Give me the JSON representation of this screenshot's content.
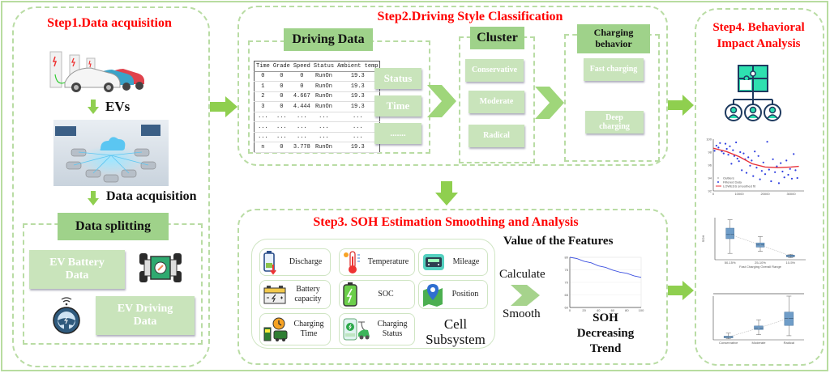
{
  "step1": {
    "title": "Step1.Data acquisition",
    "evs_label": "EVs",
    "data_acquisition_label": "Data acquisition",
    "data_splitting_label": "Data splitting",
    "ev_battery_data": "EV Battery Data",
    "ev_driving_data": "EV Driving Data"
  },
  "step2": {
    "title": "Step2.Driving Style Classification",
    "driving_data_label": "Driving Data",
    "table": {
      "headers": [
        "Time",
        "Grade",
        "Speed",
        "Status",
        "Ambient temp"
      ],
      "rows": [
        [
          "0",
          "0",
          "0",
          "RunOn",
          "19.3"
        ],
        [
          "1",
          "0",
          "0",
          "RunOn",
          "19.3"
        ],
        [
          "2",
          "0",
          "4.667",
          "RunOn",
          "19.3"
        ],
        [
          "3",
          "0",
          "4.444",
          "RunOn",
          "19.3"
        ],
        [
          "...",
          "...",
          "...",
          "...",
          "..."
        ],
        [
          "...",
          "...",
          "...",
          "...",
          "..."
        ],
        [
          "...",
          "...",
          "...",
          "...",
          "..."
        ],
        [
          "n",
          "0",
          "3.778",
          "RunOn",
          "19.3"
        ]
      ]
    },
    "features": [
      "Status",
      "Time",
      "......."
    ],
    "cluster_label": "Cluster",
    "clusters": [
      "Conservative",
      "Moderate",
      "Radical"
    ],
    "charging_behavior_label": "Charging behavior",
    "charging_types": [
      "Fast charging",
      "Deep charging"
    ]
  },
  "step3": {
    "title": "Step3. SOH Estimation Smoothing and Analysis",
    "features": [
      {
        "label": "Discharge",
        "icon": "battery-discharge-icon"
      },
      {
        "label": "Temperature",
        "icon": "thermometer-icon"
      },
      {
        "label": "Mileage",
        "icon": "odometer-icon"
      },
      {
        "label": "Battery capacity",
        "icon": "car-battery-icon"
      },
      {
        "label": "SOC",
        "icon": "battery-charge-icon"
      },
      {
        "label": "Position",
        "icon": "map-pin-icon"
      },
      {
        "label": "Charging Time",
        "icon": "charging-time-icon"
      },
      {
        "label": "Charging Status",
        "icon": "charging-status-icon"
      }
    ],
    "cell_subsystem_label": "Cell Subsystem",
    "calculate_label": "Calculate",
    "smooth_label": "Smooth",
    "value_of_features_label": "Value of the Features",
    "soh_trend_label": "SOH Decreasing Trend"
  },
  "step4": {
    "title": "Step4. Behavioral Impact Analysis"
  },
  "colors": {
    "accent_green": "#8fcf4f",
    "title_red": "#ff0000",
    "header_green": "#9fd28a",
    "soft_green": "#c9e4bb",
    "dash_green": "#b9dca4",
    "teal_icon": "#2ee0b0",
    "navy_icon": "#1e3a5f"
  },
  "chart_data": [
    {
      "type": "line",
      "title": "",
      "series": [
        {
          "name": "SOH",
          "x": [
            0,
            10,
            20,
            30,
            40,
            50,
            60,
            70,
            80,
            90,
            100
          ],
          "values": [
            80,
            79.5,
            78.4,
            77.8,
            76.6,
            76.0,
            74.9,
            74.1,
            73.6,
            72.6,
            72.0
          ]
        }
      ],
      "xlim": [
        0,
        100
      ],
      "ylim": [
        60,
        80
      ],
      "grid": true
    },
    {
      "type": "scatter",
      "title": "",
      "legend": [
        "Outliers",
        "Filtered Data",
        "LOWESS smoothed fit"
      ],
      "legend_position": "bottom-left",
      "xlim": [
        0,
        35000
      ],
      "ylim": [
        92,
        100
      ],
      "smooth_fit": {
        "x": [
          0,
          5000,
          10000,
          15000,
          20000,
          25000,
          30000,
          33000
        ],
        "values": [
          98.6,
          98.1,
          97.3,
          96.2,
          95.7,
          95.6,
          95.7,
          95.8
        ]
      },
      "points": {
        "x": [
          500,
          1200,
          2000,
          2600,
          3300,
          4000,
          4700,
          5200,
          5800,
          6400,
          7000,
          7600,
          8100,
          8800,
          9300,
          9900,
          10400,
          11000,
          11700,
          12300,
          12800,
          13500,
          14200,
          14800,
          15400,
          16000,
          16700,
          17400,
          18000,
          18700,
          19300,
          20000,
          20800,
          21500,
          22300,
          23000,
          23800,
          24500,
          25300,
          26000,
          26700,
          27400,
          28200,
          28900,
          29600,
          30300,
          31000,
          31700,
          32400
        ],
        "values": [
          98.2,
          99.0,
          98.7,
          99.4,
          98.1,
          97.8,
          99.3,
          98.5,
          97.6,
          98.9,
          96.2,
          98.3,
          97.4,
          99.5,
          97.0,
          96.6,
          98.0,
          95.2,
          97.8,
          96.9,
          94.8,
          97.2,
          95.9,
          96.7,
          94.3,
          98.1,
          95.6,
          97.4,
          93.8,
          95.1,
          96.4,
          94.6,
          99.6,
          95.3,
          93.5,
          96.9,
          94.9,
          95.8,
          93.2,
          96.3,
          95.0,
          94.1,
          96.7,
          94.5,
          95.4,
          93.9,
          97.7,
          95.2,
          94.0
        ]
      }
    },
    {
      "type": "box",
      "title": "",
      "categories": [
        "50-15%",
        "25-10%",
        "10-5%"
      ],
      "xlabel": "Fast Charging Overall Range",
      "ylabel": "SOH",
      "boxes": [
        {
          "min": 98.9,
          "q1": 99.25,
          "median": 99.35,
          "q3": 99.5,
          "max": 99.7
        },
        {
          "min": 98.95,
          "q1": 99.05,
          "median": 99.1,
          "q3": 99.15,
          "max": 99.3
        },
        {
          "min": 98.8,
          "q1": 98.82,
          "median": 98.84,
          "q3": 98.86,
          "max": 98.88
        }
      ],
      "ylim": [
        98.75,
        99.75
      ]
    },
    {
      "type": "box",
      "title": "",
      "categories": [
        "Conservative",
        "Moderate",
        "Radical"
      ],
      "ylabel": "",
      "boxes": [
        {
          "min": 0.2,
          "q1": 0.4,
          "median": 0.55,
          "q3": 0.7,
          "max": 1.3
        },
        {
          "min": 1.0,
          "q1": 2.0,
          "median": 2.3,
          "q3": 2.7,
          "max": 3.9
        },
        {
          "min": 0.8,
          "q1": 2.8,
          "median": 4.2,
          "q3": 5.4,
          "max": 8.5
        }
      ],
      "ylim": [
        0,
        8.5
      ]
    }
  ]
}
